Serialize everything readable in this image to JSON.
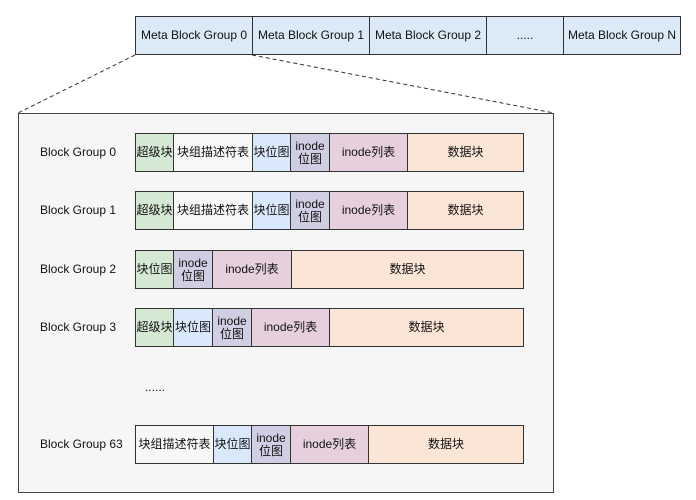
{
  "meta_row": {
    "cells": [
      "Meta Block Group 0",
      "Meta Block Group 1",
      "Meta Block Group 2",
      ".....",
      "Meta Block Group N"
    ]
  },
  "block_groups": [
    {
      "label": "Block Group 0",
      "segments": [
        {
          "type": "super",
          "text": "超级块"
        },
        {
          "type": "gdt",
          "text": "块组描述符表"
        },
        {
          "type": "bmap",
          "text": "块位图"
        },
        {
          "type": "imap",
          "line1": "inode",
          "line2": "位图"
        },
        {
          "type": "itab",
          "text": "inode列表"
        },
        {
          "type": "data",
          "text": "数据块"
        }
      ]
    },
    {
      "label": "Block Group 1",
      "segments": [
        {
          "type": "super",
          "text": "超级块"
        },
        {
          "type": "gdt",
          "text": "块组描述符表"
        },
        {
          "type": "bmap",
          "text": "块位图"
        },
        {
          "type": "imap",
          "line1": "inode",
          "line2": "位图"
        },
        {
          "type": "itab",
          "text": "inode列表"
        },
        {
          "type": "data",
          "text": "数据块"
        }
      ]
    },
    {
      "label": "Block Group 2",
      "segments": [
        {
          "type": "bmap",
          "text": "块位图"
        },
        {
          "type": "imap",
          "line1": "inode",
          "line2": "位图"
        },
        {
          "type": "itab",
          "text": "inode列表"
        },
        {
          "type": "data",
          "text": "数据块"
        }
      ]
    },
    {
      "label": "Block Group 3",
      "segments": [
        {
          "type": "super",
          "text": "超级块"
        },
        {
          "type": "bmap",
          "text": "块位图"
        },
        {
          "type": "imap",
          "line1": "inode",
          "line2": "位图"
        },
        {
          "type": "itab",
          "text": "inode列表"
        },
        {
          "type": "data",
          "text": "数据块"
        }
      ]
    },
    {
      "label": "Block Group 63",
      "segments": [
        {
          "type": "gdt",
          "text": "块组描述符表"
        },
        {
          "type": "bmap",
          "text": "块位图"
        },
        {
          "type": "imap",
          "line1": "inode",
          "line2": "位图"
        },
        {
          "type": "itab",
          "text": "inode列表"
        },
        {
          "type": "data",
          "text": "数据块"
        }
      ]
    }
  ],
  "ellipsis": "......"
}
